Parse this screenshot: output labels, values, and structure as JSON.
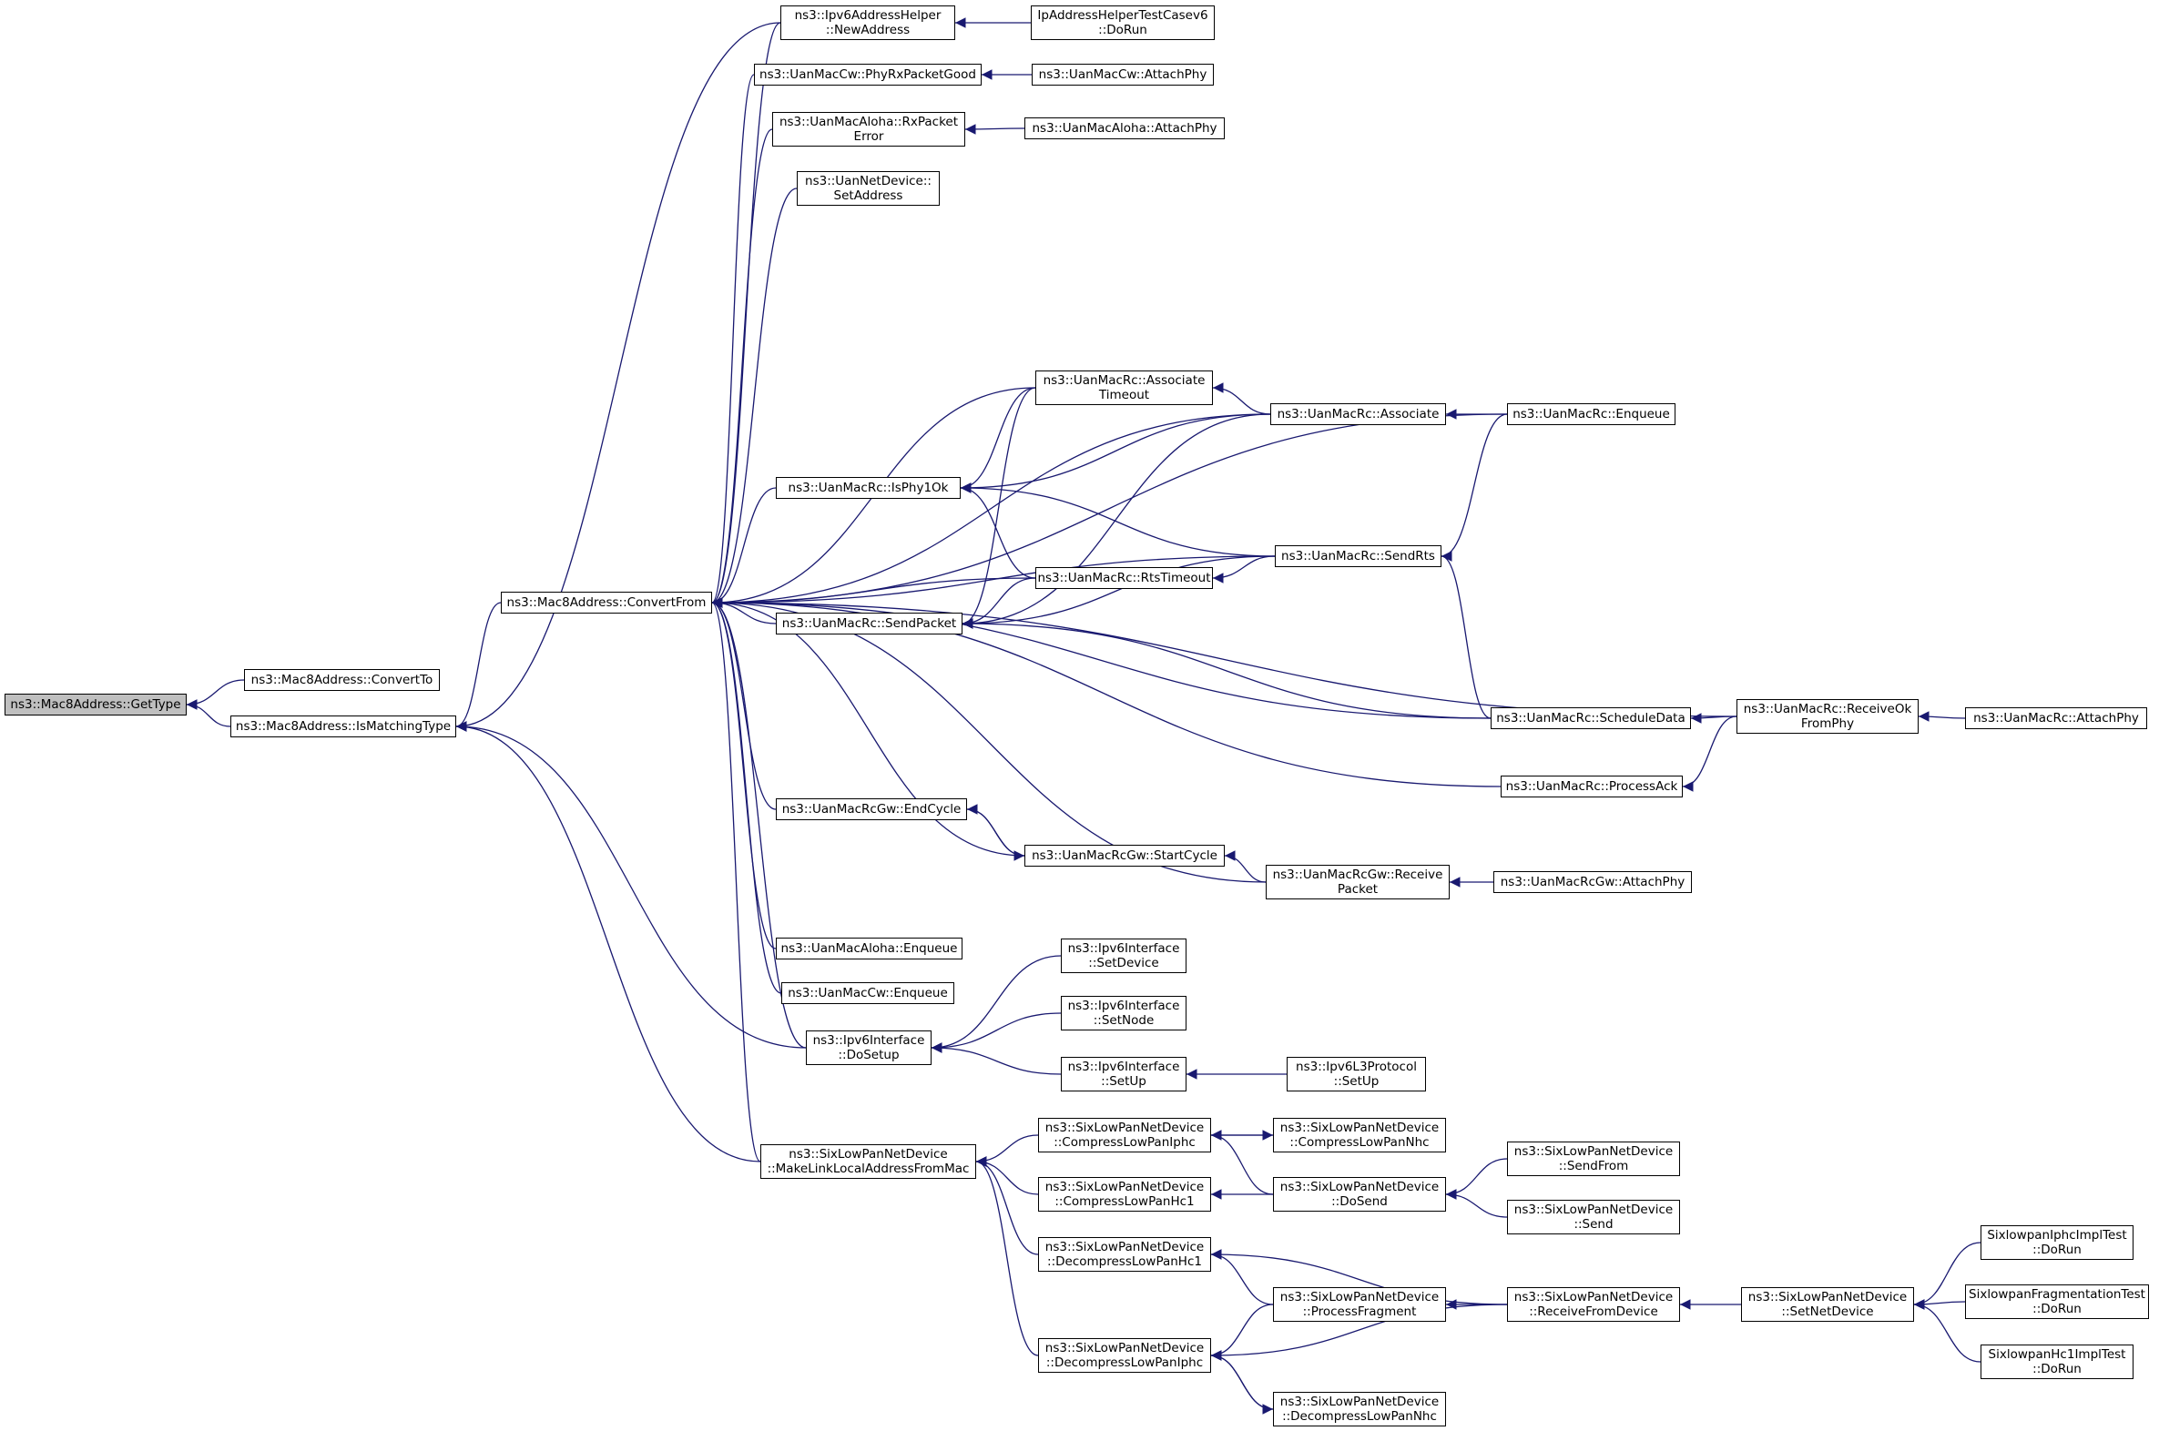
{
  "colors": {
    "edge": "#191970",
    "node_border": "#000000",
    "node_fill": "#ffffff",
    "root_fill": "#bfbfbf"
  },
  "nodes": {
    "gettype": [
      "ns3::Mac8Address::GetType"
    ],
    "convertto": [
      "ns3::Mac8Address::ConvertTo"
    ],
    "ismatchingtype": [
      "ns3::Mac8Address::IsMatchingType"
    ],
    "convertfrom": [
      "ns3::Mac8Address::ConvertFrom"
    ],
    "ipv6helper_newaddress": [
      "ns3::Ipv6AddressHelper",
      "::NewAddress"
    ],
    "ipaddrtest_dorun": [
      "IpAddressHelperTestCasev6",
      "::DoRun"
    ],
    "cw_phyrxpacketgood": [
      "ns3::UanMacCw::PhyRxPacketGood"
    ],
    "cw_attachphy": [
      "ns3::UanMacCw::AttachPhy"
    ],
    "aloha_rxpacketerror": [
      "ns3::UanMacAloha::RxPacket",
      "Error"
    ],
    "aloha_attachphy": [
      "ns3::UanMacAloha::AttachPhy"
    ],
    "netdev_setaddress": [
      "ns3::UanNetDevice::",
      "SetAddress"
    ],
    "rc_associatetimeout": [
      "ns3::UanMacRc::Associate",
      "Timeout"
    ],
    "rc_associate": [
      "ns3::UanMacRc::Associate"
    ],
    "rc_enqueue": [
      "ns3::UanMacRc::Enqueue"
    ],
    "rc_isphy1ok": [
      "ns3::UanMacRc::IsPhy1Ok"
    ],
    "rc_sendrts": [
      "ns3::UanMacRc::SendRts"
    ],
    "rc_rtstimeout": [
      "ns3::UanMacRc::RtsTimeout"
    ],
    "rc_sendpacket": [
      "ns3::UanMacRc::SendPacket"
    ],
    "rc_scheduledata": [
      "ns3::UanMacRc::ScheduleData"
    ],
    "rc_receiveokfromphy": [
      "ns3::UanMacRc::ReceiveOk",
      "FromPhy"
    ],
    "rc_attachphy": [
      "ns3::UanMacRc::AttachPhy"
    ],
    "rc_processack": [
      "ns3::UanMacRc::ProcessAck"
    ],
    "rcgw_endcycle": [
      "ns3::UanMacRcGw::EndCycle"
    ],
    "rcgw_startcycle": [
      "ns3::UanMacRcGw::StartCycle"
    ],
    "rcgw_receivepacket": [
      "ns3::UanMacRcGw::Receive",
      "Packet"
    ],
    "rcgw_attachphy": [
      "ns3::UanMacRcGw::AttachPhy"
    ],
    "aloha_enqueue": [
      "ns3::UanMacAloha::Enqueue"
    ],
    "cw_enqueue": [
      "ns3::UanMacCw::Enqueue"
    ],
    "ipv6if_setdevice": [
      "ns3::Ipv6Interface",
      "::SetDevice"
    ],
    "ipv6if_setnode": [
      "ns3::Ipv6Interface",
      "::SetNode"
    ],
    "ipv6if_dosetup": [
      "ns3::Ipv6Interface",
      "::DoSetup"
    ],
    "ipv6if_setup": [
      "ns3::Ipv6Interface",
      "::SetUp"
    ],
    "ipv6l3_setup": [
      "ns3::Ipv6L3Protocol",
      "::SetUp"
    ],
    "slp_makelinklocal": [
      "ns3::SixLowPanNetDevice",
      "::MakeLinkLocalAddressFromMac"
    ],
    "slp_compressiphc": [
      "ns3::SixLowPanNetDevice",
      "::CompressLowPanIphc"
    ],
    "slp_compressnhc": [
      "ns3::SixLowPanNetDevice",
      "::CompressLowPanNhc"
    ],
    "slp_compresshc1": [
      "ns3::SixLowPanNetDevice",
      "::CompressLowPanHc1"
    ],
    "slp_dosend": [
      "ns3::SixLowPanNetDevice",
      "::DoSend"
    ],
    "slp_sendfrom": [
      "ns3::SixLowPanNetDevice",
      "::SendFrom"
    ],
    "slp_send": [
      "ns3::SixLowPanNetDevice",
      "::Send"
    ],
    "slp_decompresshc1": [
      "ns3::SixLowPanNetDevice",
      "::DecompressLowPanHc1"
    ],
    "slp_processfragment": [
      "ns3::SixLowPanNetDevice",
      "::ProcessFragment"
    ],
    "slp_receivefromdevice": [
      "ns3::SixLowPanNetDevice",
      "::ReceiveFromDevice"
    ],
    "slp_setnetdevice": [
      "ns3::SixLowPanNetDevice",
      "::SetNetDevice"
    ],
    "slp_decompressiphc": [
      "ns3::SixLowPanNetDevice",
      "::DecompressLowPanIphc"
    ],
    "slp_decompressnhc": [
      "ns3::SixLowPanNetDevice",
      "::DecompressLowPanNhc"
    ],
    "test_iphc_dorun": [
      "SixlowpanIphcImplTest",
      "::DoRun"
    ],
    "test_frag_dorun": [
      "SixlowpanFragmentationTest",
      "::DoRun"
    ],
    "test_hc1_dorun": [
      "SixlowpanHc1ImplTest",
      "::DoRun"
    ]
  }
}
